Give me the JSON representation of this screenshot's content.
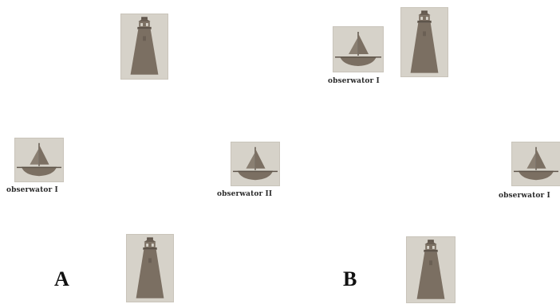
{
  "panels": [
    {
      "letter": "A",
      "observer_labels": [
        "obserwator I",
        "obserwator II"
      ]
    },
    {
      "letter": "B",
      "observer_labels": [
        "obserwator I",
        "obserwator I"
      ]
    }
  ],
  "icons": {
    "lighthouse": "lighthouse-icon",
    "sailboat": "sailboat-icon"
  },
  "colors": {
    "tile_bg": "#d6d2c9",
    "figure": "#7b6f62",
    "text": "#2b2b2b"
  }
}
